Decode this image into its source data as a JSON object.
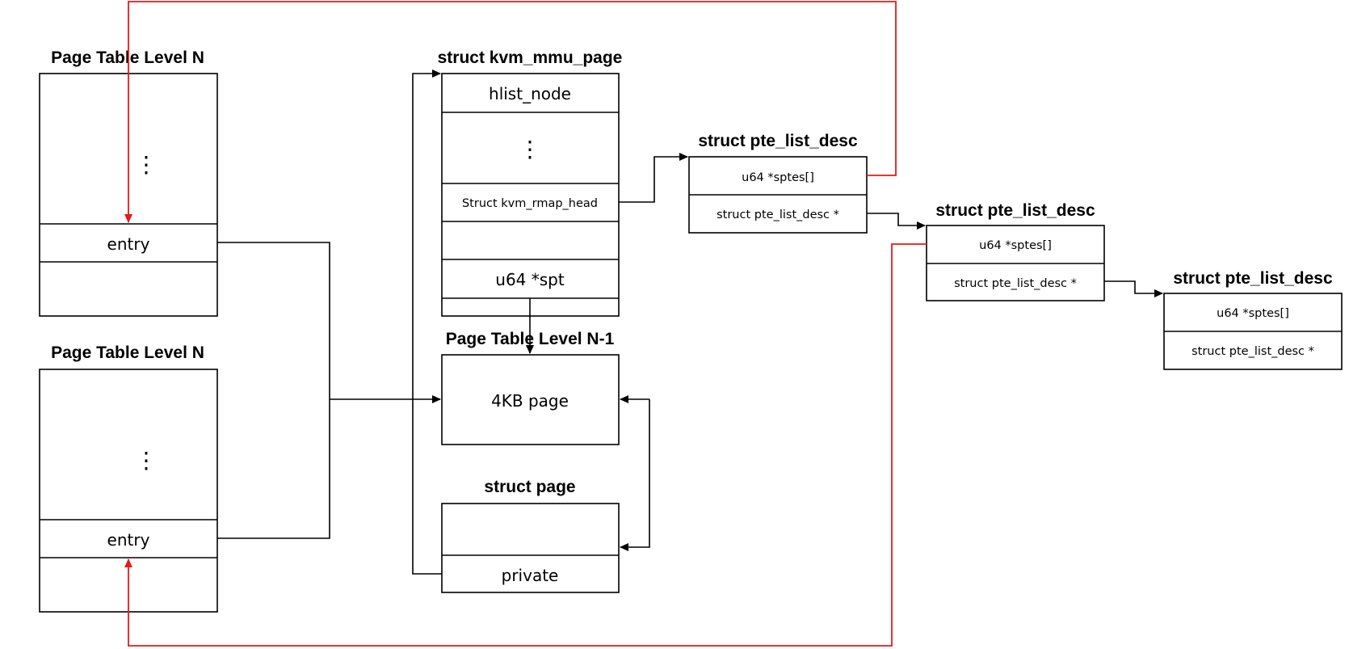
{
  "colors": {
    "black": "#000000",
    "red": "#e31b1b",
    "background": "#ffffff"
  },
  "pt_top": {
    "title": "Page Table Level N",
    "dots": "⋮",
    "entry": "entry"
  },
  "pt_bottom": {
    "title": "Page Table Level N",
    "dots": "⋮",
    "entry": "entry"
  },
  "mmu": {
    "title": "struct kvm_mmu_page",
    "hlist": "hlist_node",
    "dots": "⋮",
    "rmap": "Struct kvm_rmap_head",
    "spt": "u64 *spt"
  },
  "ptn1": {
    "title": "Page Table Level N-1",
    "page": "4KB page"
  },
  "spage": {
    "title": "struct page",
    "private": "private"
  },
  "desc1": {
    "title": "struct pte_list_desc",
    "sptes": "u64 *sptes[]",
    "next": "struct pte_list_desc *"
  },
  "desc2": {
    "title": "struct pte_list_desc",
    "sptes": "u64 *sptes[]",
    "next": "struct pte_list_desc *"
  },
  "desc3": {
    "title": "struct pte_list_desc",
    "sptes": "u64 *sptes[]",
    "next": "struct pte_list_desc *"
  }
}
